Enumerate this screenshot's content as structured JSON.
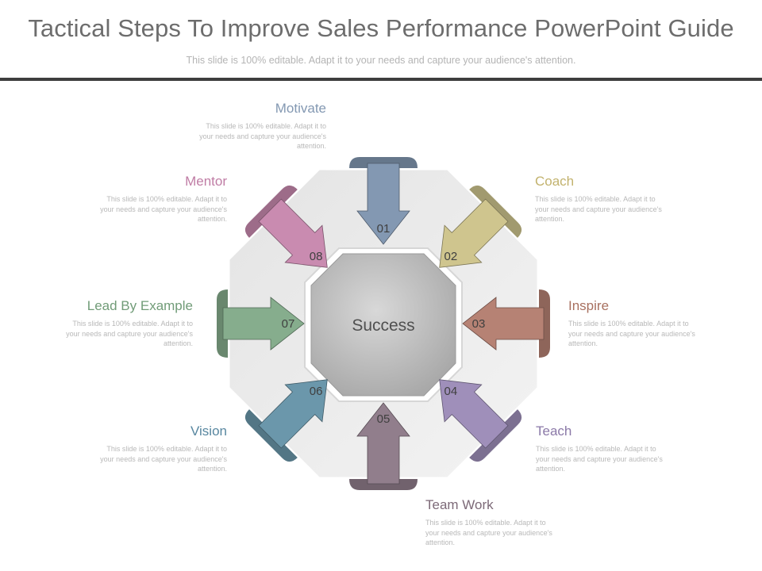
{
  "header": {
    "title": "Tactical Steps To Improve Sales Performance PowerPoint Guide",
    "subtitle": "This slide is 100% editable. Adapt it to your needs and capture your audience's attention."
  },
  "center": {
    "label": "Success"
  },
  "steps": [
    {
      "num": "01",
      "title": "Motivate",
      "desc": "This slide is 100% editable. Adapt it to your needs and capture your audience's attention.",
      "color": "#8398b2"
    },
    {
      "num": "02",
      "title": "Coach",
      "desc": "This slide is 100% editable. Adapt it to your needs and capture your audience's attention.",
      "color": "#cfc58e"
    },
    {
      "num": "03",
      "title": "Inspire",
      "desc": "This slide is 100% editable. Adapt it to your needs and capture your audience's attention.",
      "color": "#b68274"
    },
    {
      "num": "04",
      "title": "Teach",
      "desc": "This slide is 100% editable. Adapt it to your needs and capture your audience's attention.",
      "color": "#9f8fba"
    },
    {
      "num": "05",
      "title": "Team Work",
      "desc": "This slide is 100% editable. Adapt it to your needs and capture your audience's attention.",
      "color": "#917e8c"
    },
    {
      "num": "06",
      "title": "Vision",
      "desc": "This slide is 100% editable. Adapt it to your needs and capture your audience's attention.",
      "color": "#6b97ab"
    },
    {
      "num": "07",
      "title": "Lead By Example",
      "desc": "This slide is 100% editable. Adapt it to your needs and capture your audience's attention.",
      "color": "#86ad8d"
    },
    {
      "num": "08",
      "title": "Mentor",
      "desc": "This slide is 100% editable. Adapt it to your needs and capture your audience's attention.",
      "color": "#c98bb0"
    }
  ]
}
